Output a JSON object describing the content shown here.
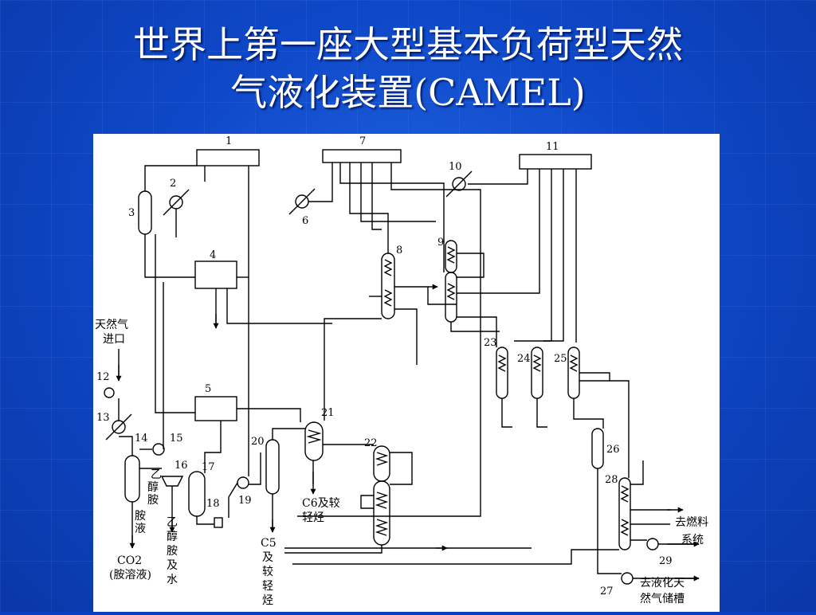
{
  "title": {
    "line1": "世界上第一座大型基本负荷型天然",
    "line2": "气液化装置(CAMEL)"
  },
  "diagram": {
    "numbers": [
      "1",
      "2",
      "3",
      "4",
      "5",
      "6",
      "7",
      "8",
      "9",
      "10",
      "11",
      "12",
      "13",
      "14",
      "15",
      "16",
      "17",
      "18",
      "19",
      "20",
      "21",
      "22",
      "23",
      "24",
      "25",
      "26",
      "27",
      "28",
      "29"
    ],
    "labels": {
      "gas_inlet_1": "天然气",
      "gas_inlet_2": "进口",
      "ethanolamine_1": "乙",
      "ethanolamine_2": "醇",
      "ethanolamine_3": "胺",
      "amine_liquid_1": "胺",
      "amine_liquid_2": "液",
      "co2_1": "CO2",
      "co2_2": "(胺溶液)",
      "eth_water_1": "乙",
      "eth_water_2": "醇",
      "eth_water_3": "胺",
      "eth_water_4": "及",
      "eth_water_5": "水",
      "c6_1": "C6及较",
      "c6_2": "轻烃",
      "c5_1": "C5",
      "c5_2": "及",
      "c5_3": "较",
      "c5_4": "轻",
      "c5_5": "烃",
      "fuel_1": "去燃料",
      "fuel_2": "系统",
      "lng_1": "去液化天",
      "lng_2": "然气储槽"
    }
  },
  "colors": {
    "background": "#0a3fbf",
    "title": "#ffffff",
    "panel": "#ffffff",
    "lines": "#000000"
  }
}
